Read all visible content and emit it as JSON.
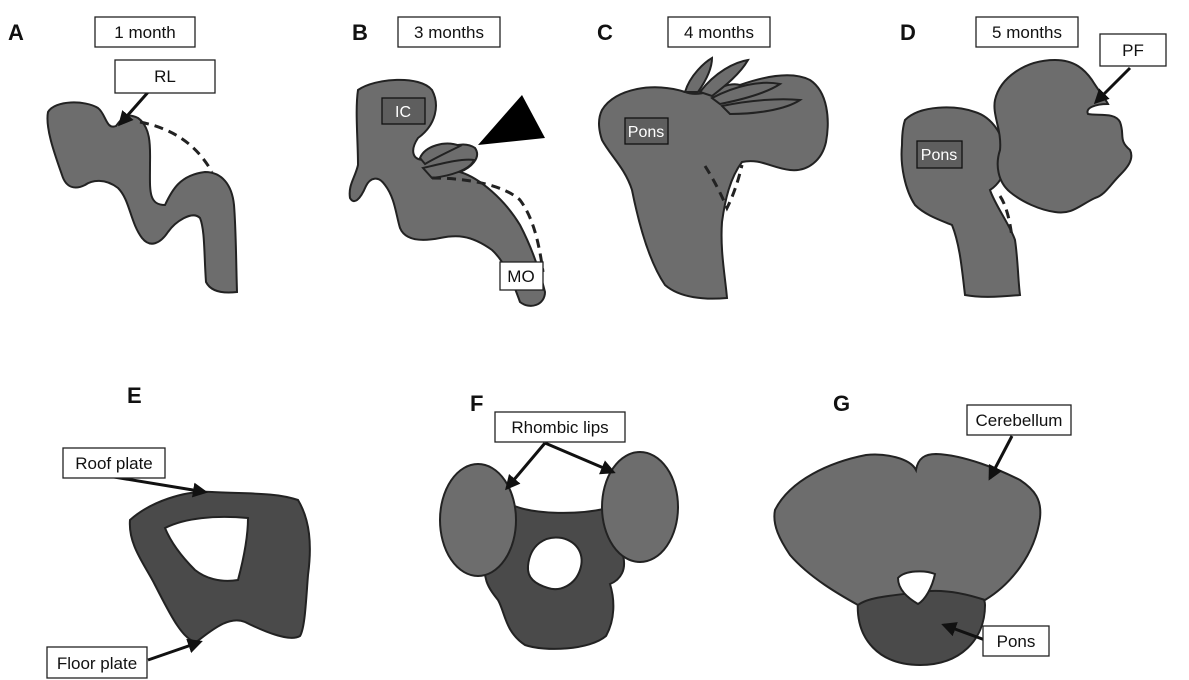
{
  "panels": {
    "a": {
      "letter": "A",
      "stage": "1 month",
      "label_rl": "RL"
    },
    "b": {
      "letter": "B",
      "stage": "3 months",
      "label_ic": "IC",
      "label_mo": "MO"
    },
    "c": {
      "letter": "C",
      "stage": "4 months",
      "label_pons": "Pons"
    },
    "d": {
      "letter": "D",
      "stage": "5 months",
      "label_pons": "Pons",
      "label_pf": "PF"
    },
    "e": {
      "letter": "E",
      "label_roof": "Roof plate",
      "label_floor": "Floor plate"
    },
    "f": {
      "letter": "F",
      "label_lips": "Rhombic lips"
    },
    "g": {
      "letter": "G",
      "label_cerebellum": "Cerebellum",
      "label_pons": "Pons"
    }
  },
  "colors": {
    "tissue_mid": "#6d6d6d",
    "tissue_dark": "#4a4a4a",
    "outline": "#222222",
    "background": "#ffffff"
  }
}
